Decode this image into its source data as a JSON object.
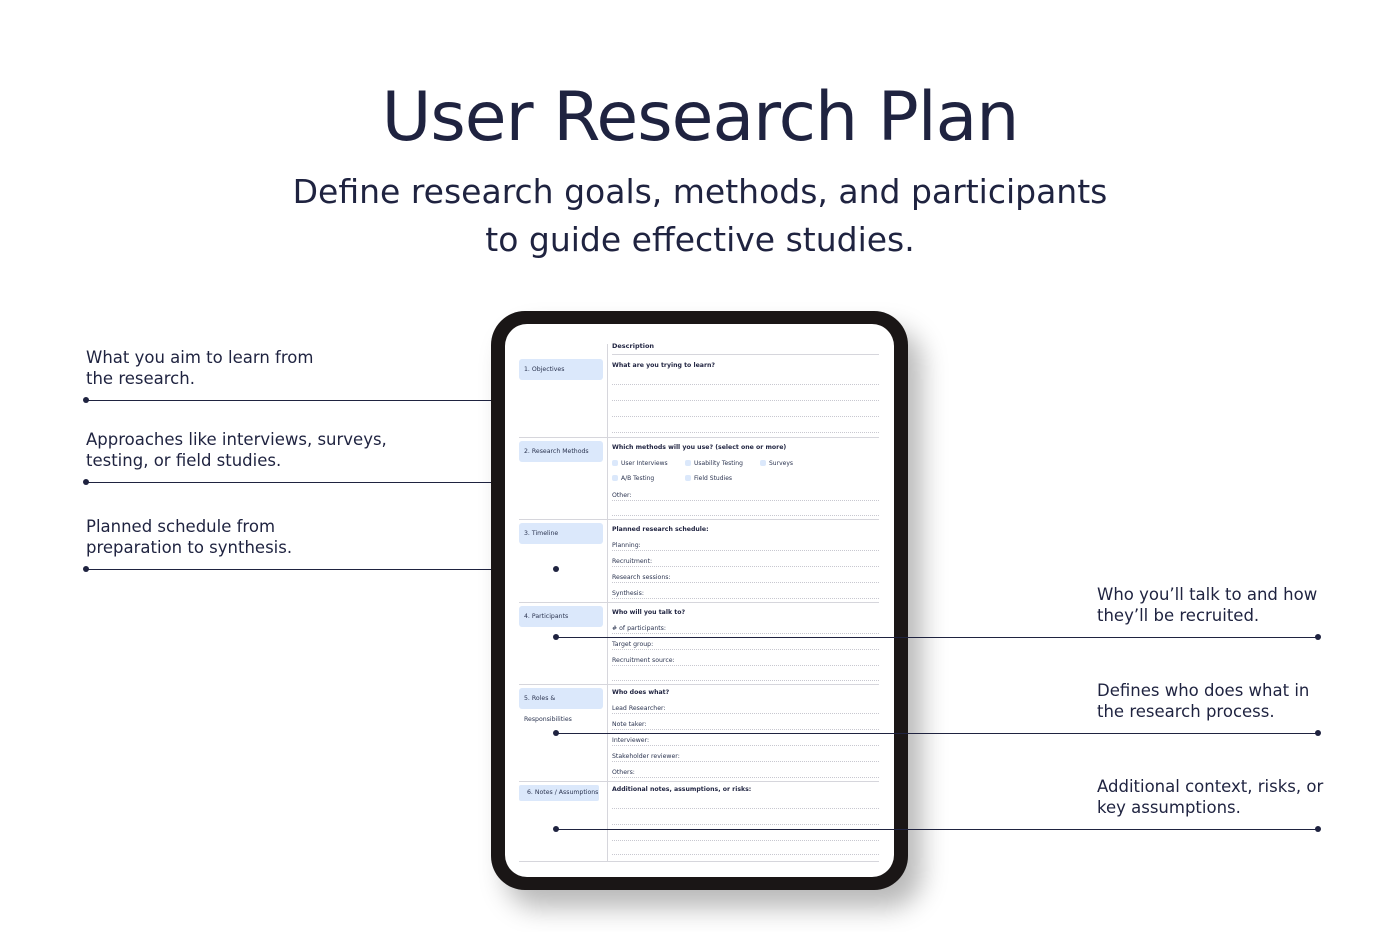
{
  "header": {
    "title": "User Research Plan",
    "subtitle_line1": "Define research goals, methods, and participants",
    "subtitle_line2": "to guide effective studies."
  },
  "callouts": {
    "objectives": [
      "What you aim to learn from",
      "the research."
    ],
    "methods": [
      "Approaches like interviews, surveys,",
      "testing, or field studies."
    ],
    "timeline": [
      "Planned schedule from",
      "preparation to synthesis."
    ],
    "participants": [
      "Who you’ll talk to and how",
      "they’ll be recruited."
    ],
    "roles": [
      "Defines who does what in",
      "the research process."
    ],
    "notes": [
      "Additional context, risks, or",
      "key assumptions."
    ]
  },
  "form": {
    "column_header": "Description",
    "sections": {
      "objectives": {
        "label": "1. Objectives",
        "question": "What are you trying to learn?"
      },
      "methods": {
        "label": "2. Research Methods",
        "question": "Which methods will you use? (select one or more)",
        "options": [
          "User Interviews",
          "Usability Testing",
          "Surveys",
          "A/B Testing",
          "Field Studies"
        ],
        "other": "Other:"
      },
      "timeline": {
        "label": "3. Timeline",
        "question": "Planned research schedule:",
        "fields": [
          "Planning:",
          "Recruitment:",
          "Research sessions:",
          "Synthesis:"
        ]
      },
      "participants": {
        "label": "4. Participants",
        "question": "Who will you talk to?",
        "fields": [
          "# of participants:",
          "Target group:",
          "Recruitment source:"
        ]
      },
      "roles": {
        "label": "5. Roles & Responsibilities",
        "question": "Who does what?",
        "fields": [
          "Lead Researcher:",
          "Note taker:",
          "Interviewer:",
          "Stakeholder reviewer:",
          "Others:"
        ]
      },
      "notes": {
        "label": "6.  Notes / Assumptions",
        "question": "Additional notes, assumptions, or risks:"
      }
    }
  }
}
